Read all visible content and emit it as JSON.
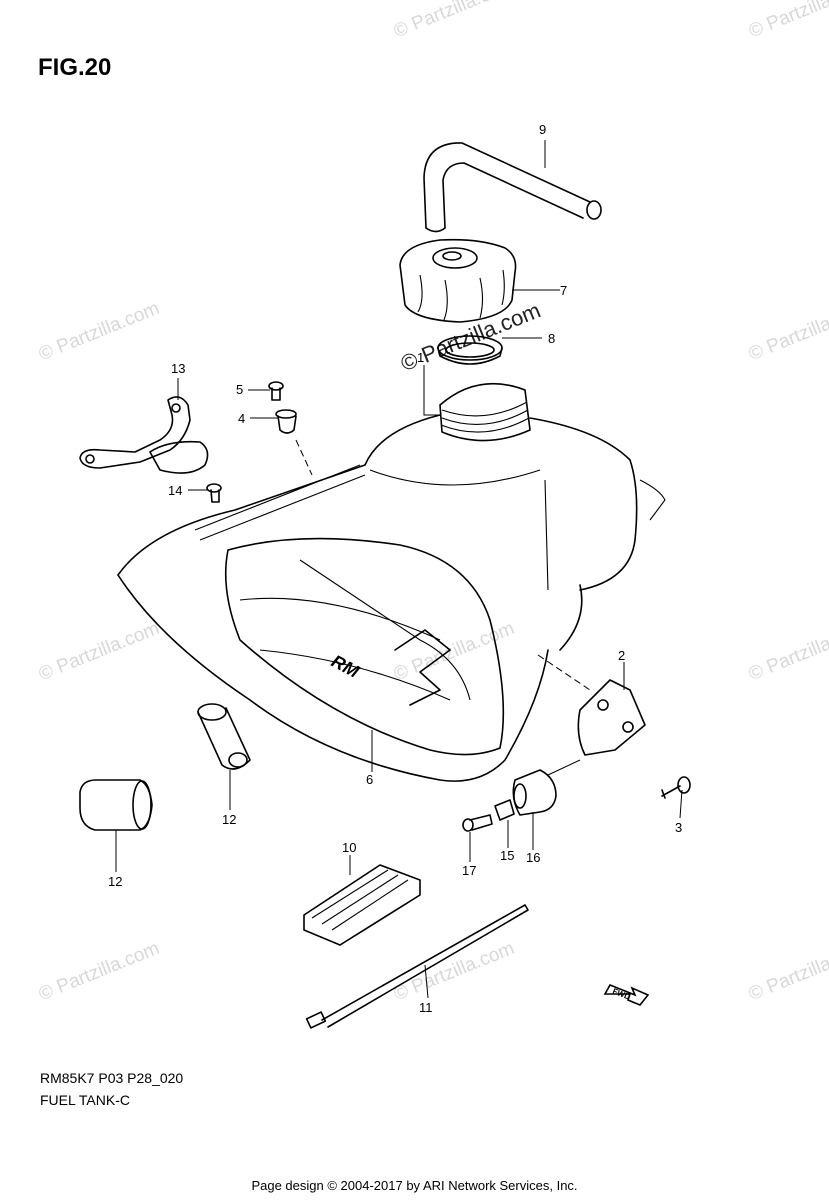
{
  "figure": {
    "title": "FIG.20"
  },
  "footer": {
    "code": "RM85K7 P03 P28_020",
    "name": "FUEL TANK-C",
    "copyright": "Page design © 2004-2017 by ARI Network Services, Inc."
  },
  "watermark": {
    "text": "© Partzilla.com",
    "color": "#d8d8d8"
  },
  "tank_graphic": {
    "text": "RM"
  },
  "fwd_arrow": {
    "text": "FWD"
  },
  "callouts": {
    "c1": "1",
    "c2": "2",
    "c3": "3",
    "c4": "4",
    "c5": "5",
    "c6": "6",
    "c7": "7",
    "c8": "8",
    "c9": "9",
    "c10": "10",
    "c11": "11",
    "c12a": "12",
    "c12b": "12",
    "c13": "13",
    "c14": "14",
    "c15": "15",
    "c16": "16",
    "c17": "17"
  }
}
